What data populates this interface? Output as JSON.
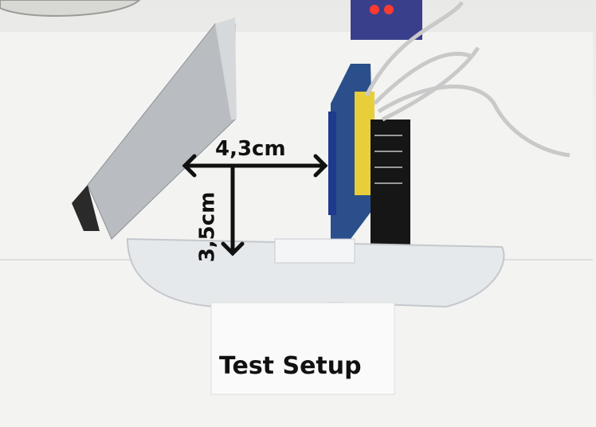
{
  "annotations": {
    "width_label": "4,3cm",
    "height_label": "3,5cm",
    "caption": "Test Setup"
  },
  "colors": {
    "arrow": "#111111",
    "pcb": "#2b4f8a",
    "mirror": "#b8bcc0"
  }
}
